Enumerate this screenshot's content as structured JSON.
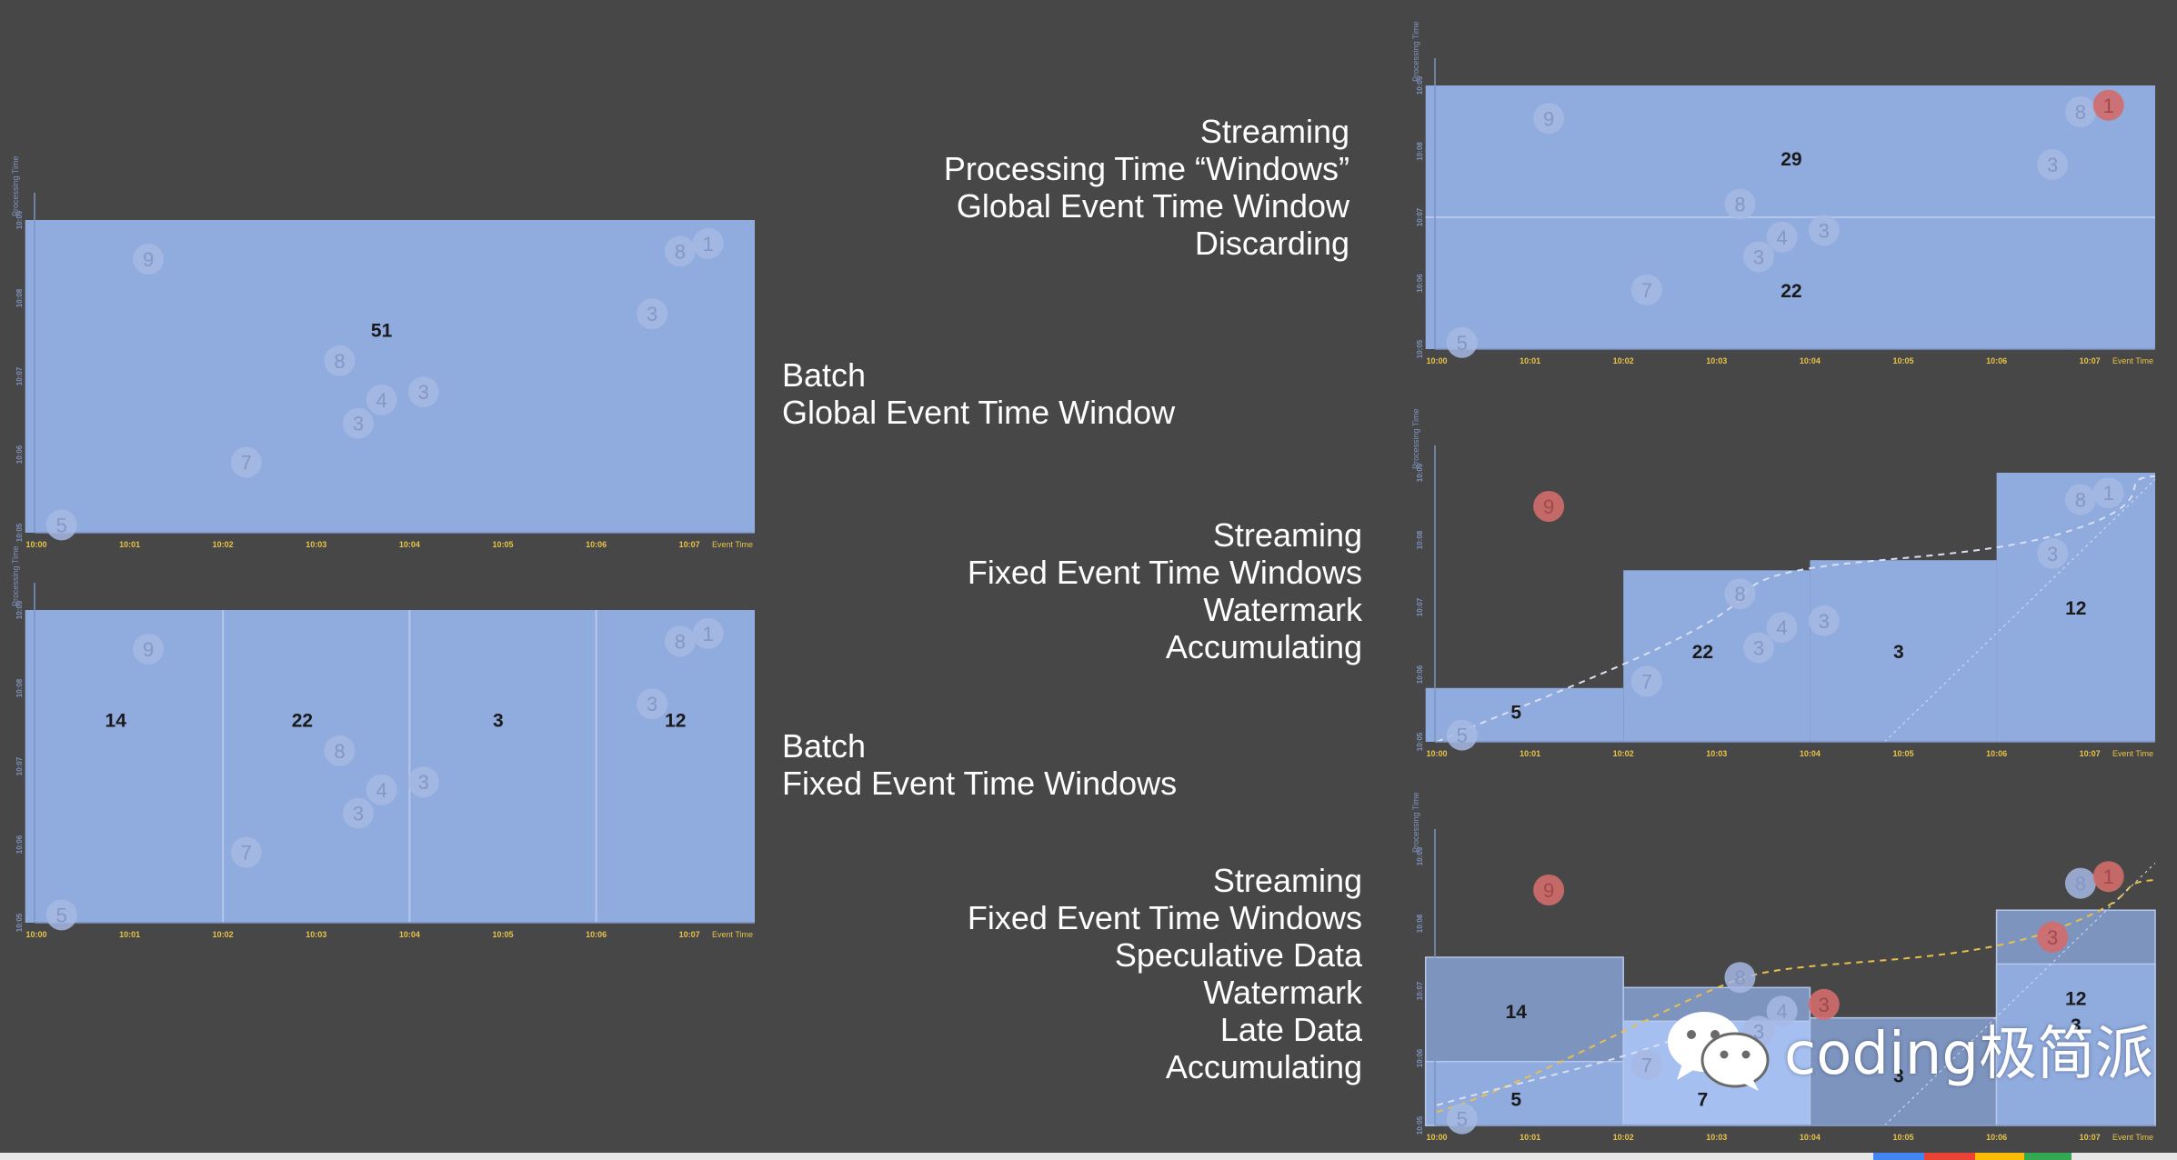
{
  "axis": {
    "x_ticks": [
      "10:00",
      "10:01",
      "10:02",
      "10:03",
      "10:04",
      "10:05",
      "10:06",
      "10:07"
    ],
    "x_label": "Event Time",
    "y_ticks": [
      "10:05",
      "10:06",
      "10:07",
      "10:08",
      "10:09"
    ],
    "y_label": "Processing Time"
  },
  "colors": {
    "background": "#474747",
    "window_fill": "#90abde",
    "dot": "#a6b8e3",
    "dot_text": "#8597c4",
    "late_dot": "#d36c6c",
    "tick_text": "#e8c34a",
    "watermark_line": "#e8c04a",
    "caption": "#ffffff"
  },
  "points": [
    {
      "v": "5",
      "t": 0.27,
      "p": 0.1
    },
    {
      "v": "9",
      "t": 1.2,
      "p": 3.5
    },
    {
      "v": "7",
      "t": 2.25,
      "p": 0.9
    },
    {
      "v": "8",
      "t": 3.25,
      "p": 2.2
    },
    {
      "v": "3",
      "t": 3.45,
      "p": 1.4
    },
    {
      "v": "4",
      "t": 3.7,
      "p": 1.7
    },
    {
      "v": "3",
      "t": 4.15,
      "p": 1.8
    },
    {
      "v": "3",
      "t": 6.6,
      "p": 2.8
    },
    {
      "v": "8",
      "t": 6.9,
      "p": 3.6
    },
    {
      "v": "1",
      "t": 7.2,
      "p": 3.7
    }
  ],
  "panels": [
    {
      "id": "batch-global",
      "caption": [
        "Batch",
        "Global Event Time Window"
      ],
      "window_results": [
        {
          "label": "51",
          "t": 3.7,
          "p": 2.6
        }
      ],
      "late_points": []
    },
    {
      "id": "batch-fixed",
      "caption": [
        "Batch",
        "Fixed Event Time Windows"
      ],
      "window_results": [
        {
          "label": "14",
          "t": 0.85,
          "p": 2.6
        },
        {
          "label": "22",
          "t": 2.85,
          "p": 2.6
        },
        {
          "label": "3",
          "t": 4.95,
          "p": 2.6
        },
        {
          "label": "12",
          "t": 6.85,
          "p": 2.6
        }
      ],
      "late_points": []
    },
    {
      "id": "stream-global-discarding",
      "caption": [
        "Streaming",
        "Processing Time “Windows”",
        "Global Event Time Window",
        "Discarding"
      ],
      "window_results": [
        {
          "label": "29",
          "t": 3.8,
          "p": 2.9
        },
        {
          "label": "22",
          "t": 3.8,
          "p": 0.9
        }
      ],
      "late_points": [
        "1"
      ]
    },
    {
      "id": "stream-fixed-watermark",
      "caption": [
        "Streaming",
        "Fixed Event Time Windows",
        "Watermark",
        "Accumulating"
      ],
      "window_results": [
        {
          "label": "5",
          "t": 0.85,
          "p": 0.45
        },
        {
          "label": "22",
          "t": 2.85,
          "p": 1.35
        },
        {
          "label": "3",
          "t": 4.95,
          "p": 1.35
        },
        {
          "label": "12",
          "t": 6.85,
          "p": 2.0
        }
      ],
      "late_points": [
        "9"
      ]
    },
    {
      "id": "stream-speculative-late",
      "caption": [
        "Streaming",
        "Fixed Event Time Windows",
        "Speculative Data",
        "Watermark",
        "Late Data",
        "Accumulating"
      ],
      "window_results": [
        {
          "label": "14",
          "t": 0.85,
          "p": 1.7
        },
        {
          "label": "5",
          "t": 0.85,
          "p": 0.4
        },
        {
          "label": "7",
          "t": 2.85,
          "p": 0.4
        },
        {
          "label": "3",
          "t": 4.95,
          "p": 0.75
        },
        {
          "label": "12",
          "t": 6.85,
          "p": 1.9
        },
        {
          "label": "3",
          "t": 6.85,
          "p": 1.5
        }
      ],
      "late_points": [
        "9",
        "3",
        "1"
      ]
    }
  ],
  "watermark": {
    "text": "coding极简派",
    "icon": "wechat-icon"
  },
  "bottom_strip": [
    "#4285f4",
    "#ea4335",
    "#fbbc05",
    "#34a853"
  ]
}
